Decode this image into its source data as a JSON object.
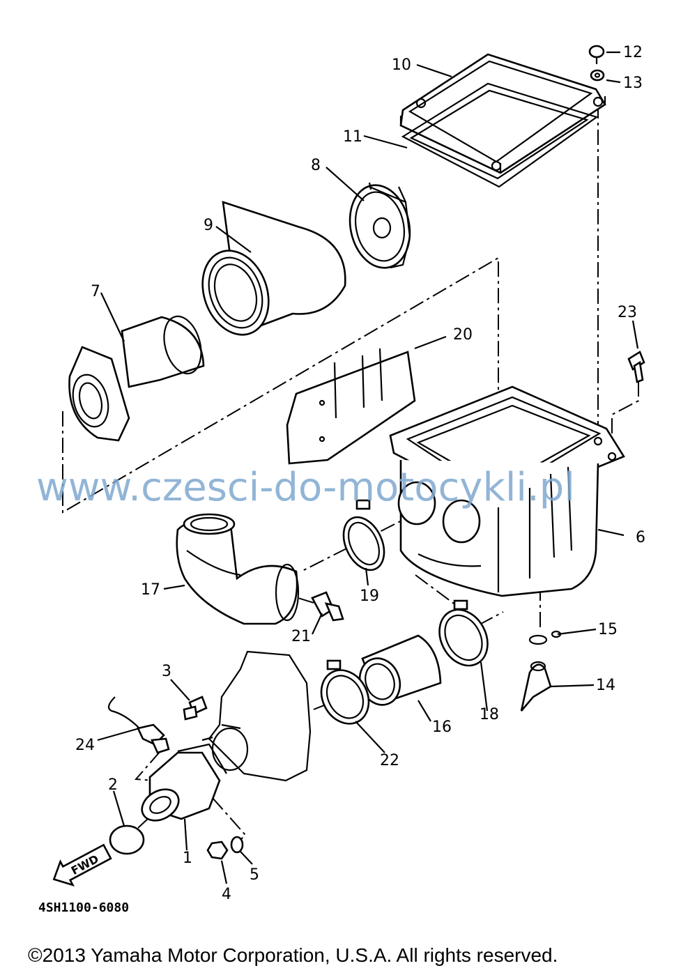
{
  "diagram": {
    "part_labels": [
      "1",
      "2",
      "3",
      "4",
      "5",
      "6",
      "7",
      "8",
      "9",
      "10",
      "11",
      "12",
      "13",
      "14",
      "15",
      "16",
      "17",
      "18",
      "19",
      "20",
      "21",
      "22",
      "23",
      "24"
    ],
    "fwd_label": "FWD",
    "drawing_code": "4SH1100-6080",
    "watermark": "www.czesci-do-motocykli.pl",
    "copyright": "©2013 Yamaha Motor Corporation, U.S.A. All rights reserved."
  }
}
